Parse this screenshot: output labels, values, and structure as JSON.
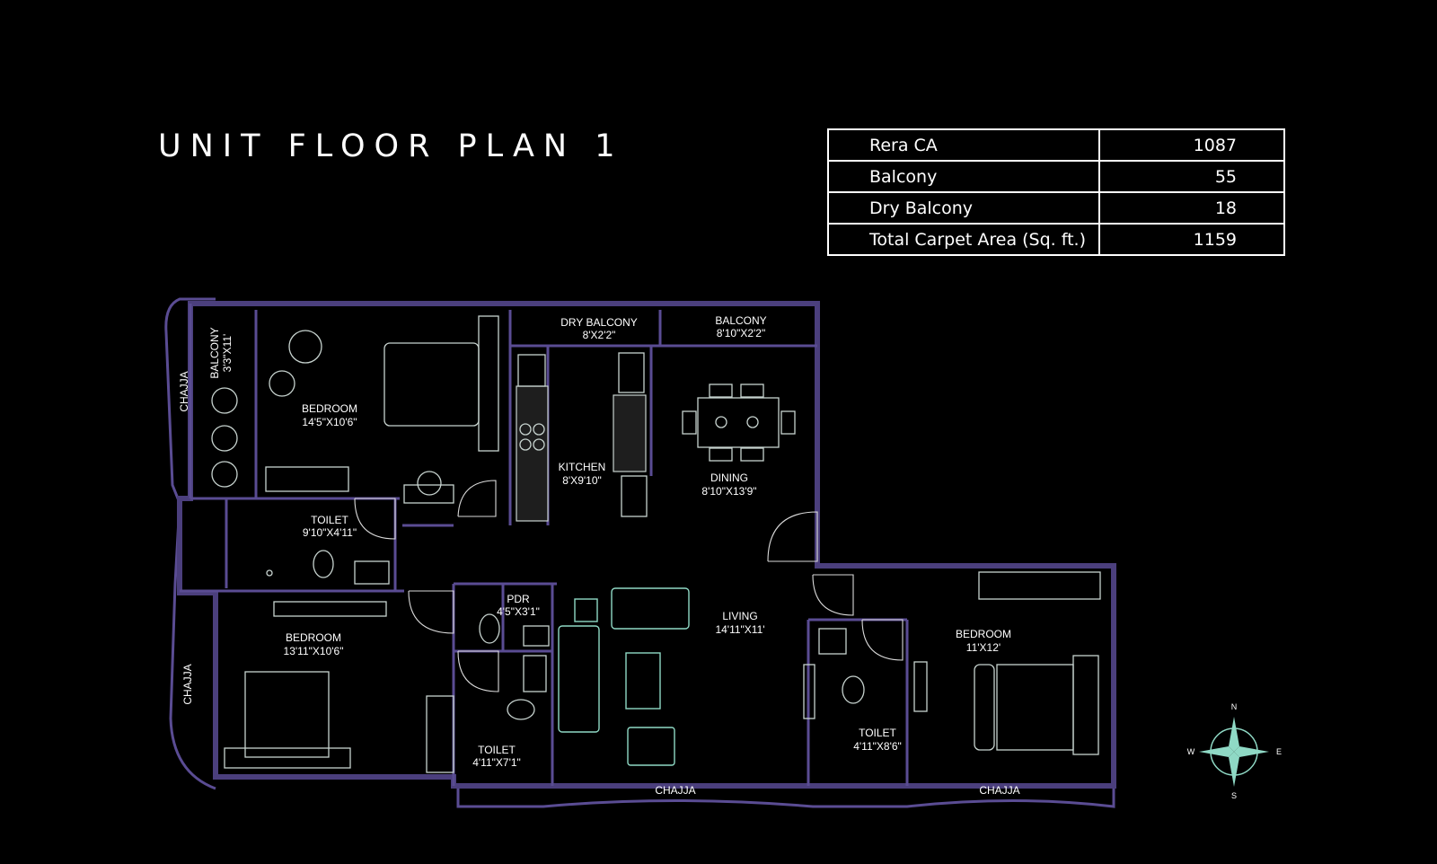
{
  "title": "UNIT FLOOR PLAN 1",
  "area_table": [
    {
      "label": "Rera CA",
      "value": "1087"
    },
    {
      "label": "Balcony",
      "value": "55"
    },
    {
      "label": "Dry Balcony",
      "value": "18"
    },
    {
      "label": "Total Carpet Area (Sq. ft.)",
      "value": "1159"
    }
  ],
  "rooms": {
    "dry_balcony": {
      "name": "DRY BALCONY",
      "size": "8'X2'2\""
    },
    "balcony_top": {
      "name": "BALCONY",
      "size": "8'10\"X2'2\""
    },
    "balcony_left": {
      "name": "BALCONY",
      "size": "3'3\"X11'"
    },
    "bedroom_1": {
      "name": "BEDROOM",
      "size": "14'5\"X10'6\""
    },
    "kitchen": {
      "name": "KITCHEN",
      "size": "8'X9'10\""
    },
    "dining": {
      "name": "DINING",
      "size": "8'10\"X13'9\""
    },
    "toilet_1": {
      "name": "TOILET",
      "size": "9'10\"X4'11\""
    },
    "pdr": {
      "name": "PDR",
      "size": "4'5\"X3'1\""
    },
    "living": {
      "name": "LIVING",
      "size": "14'11\"X11'"
    },
    "bedroom_2": {
      "name": "BEDROOM",
      "size": "13'11\"X10'6\""
    },
    "bedroom_3": {
      "name": "BEDROOM",
      "size": "11'X12'"
    },
    "toilet_2": {
      "name": "TOILET",
      "size": "4'11\"X7'1\""
    },
    "toilet_3": {
      "name": "TOILET",
      "size": "4'11\"X8'6\""
    }
  },
  "chajja_label": "CHAJJA",
  "compass": {
    "n": "N",
    "s": "S",
    "e": "E",
    "w": "W"
  },
  "colors": {
    "background": "#000000",
    "wall": "#4b3f7d",
    "fixture": "#8fd9c5"
  }
}
